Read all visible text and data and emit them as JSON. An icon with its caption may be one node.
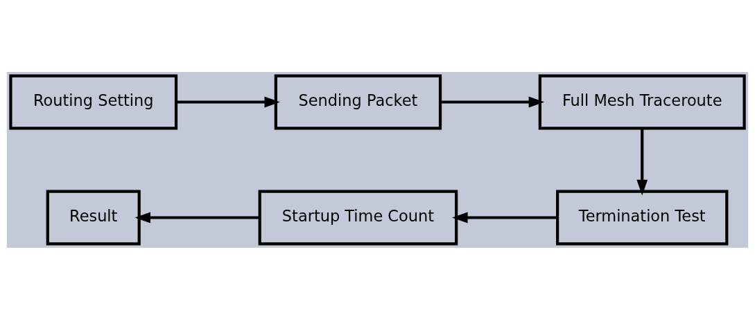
{
  "diagram": {
    "nodes": [
      {
        "text": [
          "Routing Setting"
        ]
      },
      {
        "text": [
          "Sending Packet"
        ]
      },
      {
        "text": [
          "Full Mesh Traceroute"
        ]
      },
      {
        "text": [
          "Termination Test"
        ]
      },
      {
        "text": [
          "Startup Time Count"
        ]
      },
      {
        "text": [
          "Result"
        ]
      }
    ],
    "edges": [
      {
        "from": 0,
        "to": 1,
        "arrow": "to"
      },
      {
        "from": 1,
        "to": 2,
        "arrow": "to"
      },
      {
        "from": 2,
        "to": 3,
        "arrow": "to"
      },
      {
        "from": 3,
        "to": 4,
        "arrow": "to"
      },
      {
        "from": 4,
        "to": 5,
        "arrow": "to"
      }
    ]
  }
}
